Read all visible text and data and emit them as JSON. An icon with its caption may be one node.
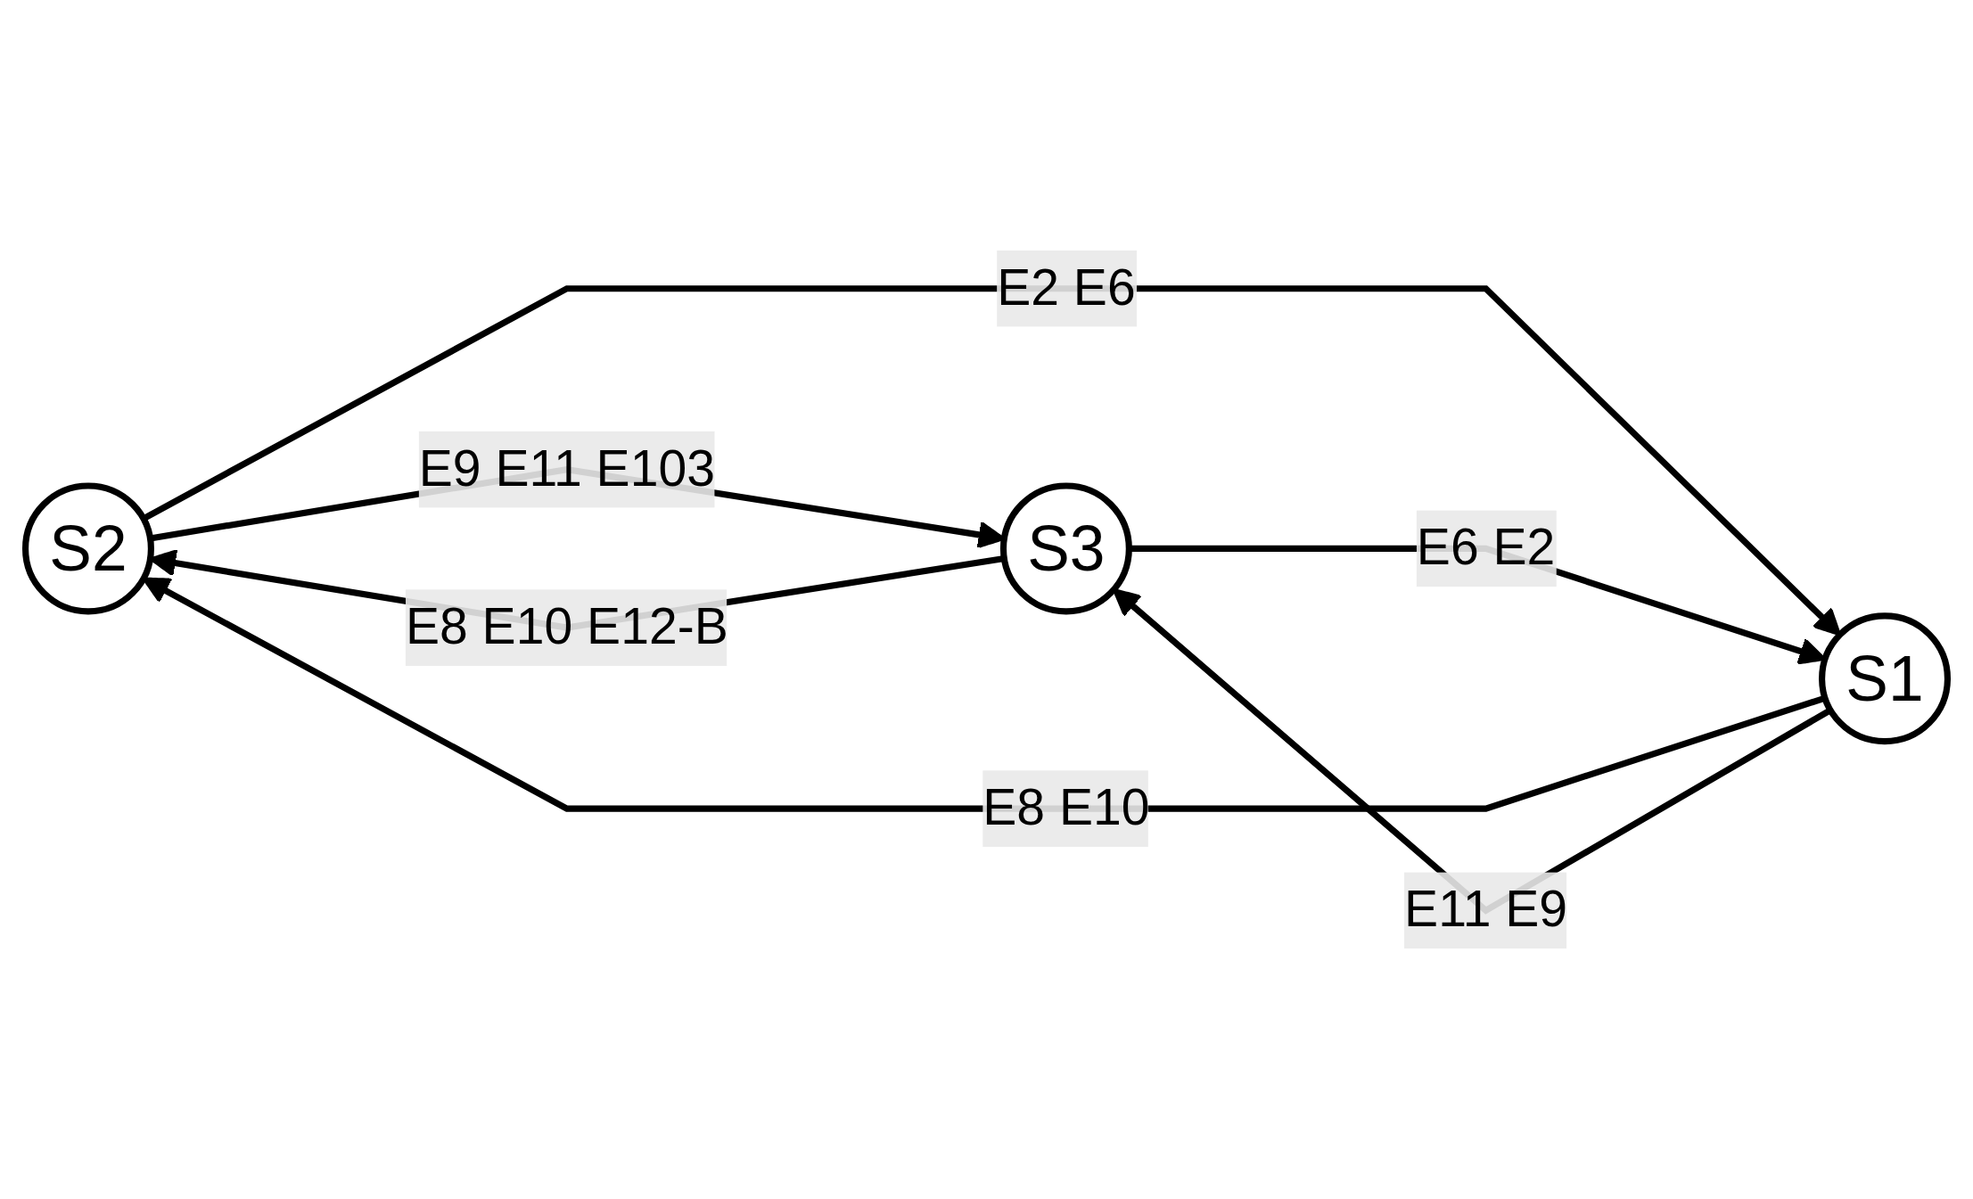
{
  "diagram": {
    "nodes": [
      {
        "text": [
          "S2"
        ]
      },
      {
        "text": [
          "S3"
        ]
      },
      {
        "text": [
          "S1"
        ]
      }
    ],
    "edges": [
      {
        "from": 0,
        "to": 1,
        "arrow": "to",
        "label": "E9 E11 E103"
      },
      {
        "from": 1,
        "to": 0,
        "arrow": "to",
        "label": "E8 E10 E12-B"
      },
      {
        "from": 0,
        "to": 2,
        "arrow": "to",
        "label": "E2 E6"
      },
      {
        "from": 2,
        "to": 0,
        "arrow": "to",
        "label": "E8 E10"
      },
      {
        "from": 1,
        "to": 2,
        "arrow": "to",
        "label": "E6 E2"
      },
      {
        "from": 2,
        "to": 1,
        "arrow": "to",
        "label": "E11 E9"
      }
    ]
  }
}
